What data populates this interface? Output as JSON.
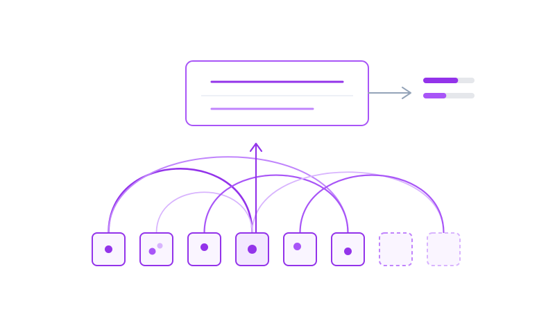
{
  "colors": {
    "primary": "#9333ea",
    "primary_mid": "#a855f7",
    "primary_light": "#c084fc",
    "primary_pale": "#d8b4fe",
    "token_fill": "#faf5ff",
    "token_fill_active": "#f3e8ff",
    "neutral_line": "#e2e8f0",
    "track": "#e5e7eb",
    "arrow_gray": "#94a3b8"
  },
  "icons": {
    "output_arrow": "arrow-right-icon",
    "up_arrow": "arrow-up-icon"
  },
  "tokens": [
    {
      "state": "filled",
      "dots": 1
    },
    {
      "state": "filled",
      "dots": 2
    },
    {
      "state": "filled",
      "dots": 1
    },
    {
      "state": "active",
      "dots": 1
    },
    {
      "state": "filled",
      "dots": 1
    },
    {
      "state": "filled",
      "dots": 1
    },
    {
      "state": "empty",
      "dots": 0
    },
    {
      "state": "empty",
      "dots": 0
    }
  ],
  "attention_arcs": [
    {
      "from": 0,
      "to": 3,
      "strength": "strong"
    },
    {
      "from": 0,
      "to": 5,
      "strength": "light"
    },
    {
      "from": 1,
      "to": 3,
      "strength": "faint"
    },
    {
      "from": 2,
      "to": 5,
      "strength": "medium"
    },
    {
      "from": 3,
      "to": 7,
      "strength": "faint"
    },
    {
      "from": 4,
      "to": 7,
      "strength": "medium"
    }
  ],
  "output_bars": [
    {
      "level": 0.68,
      "strength": "strong"
    },
    {
      "level": 0.45,
      "strength": "medium"
    }
  ]
}
